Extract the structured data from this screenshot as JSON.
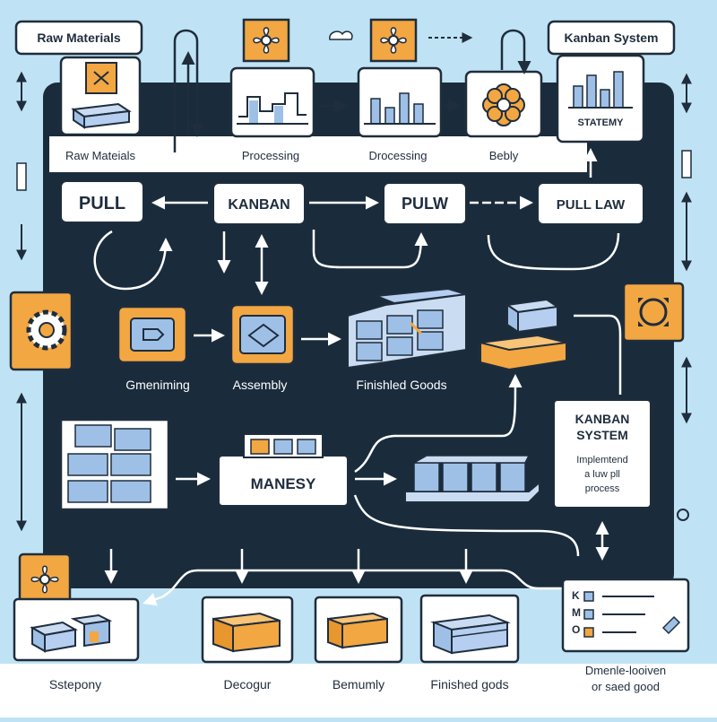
{
  "labels": {
    "raw_materials_tag": "Raw Materials",
    "kanban_system_tag": "Kanban System",
    "raw_materials_caption": "Raw Mateials",
    "processing_caption": "Processing",
    "drocessing_caption": "Drocessing",
    "bebly_caption": "Bebly",
    "statemy_label": "STATEMY",
    "pull": "PULL",
    "kanban": "KANBAN",
    "pulw": "PULW",
    "pull_law": "PULL LAW",
    "gmenming": "Gmeniming",
    "assembly": "Assembly",
    "finished_goods_mid": "Finishled Goods",
    "manesy": "MANESY",
    "kanban_system_title_1": "KANBAN",
    "kanban_system_title_2": "SYSTEM",
    "kanban_system_desc_1": "Implemtend",
    "kanban_system_desc_2": "a luw pll",
    "kanban_system_desc_3": "process",
    "stepony": "Sstepony",
    "decogur": "Decogur",
    "bemumly": "Bemumly",
    "finished_goods_bottom": "Finished ɡods",
    "demand_1": "Dmenle-looiven",
    "demand_2": "or saed good",
    "km_k": "K",
    "km_m": "M",
    "km_o": "O"
  },
  "colors": {
    "background": "#bfe3f4",
    "panel": "#1a2c3c",
    "accent_orange": "#f2a742",
    "box_blue": "#9fc0e6",
    "outline": "#1f2d3d"
  }
}
